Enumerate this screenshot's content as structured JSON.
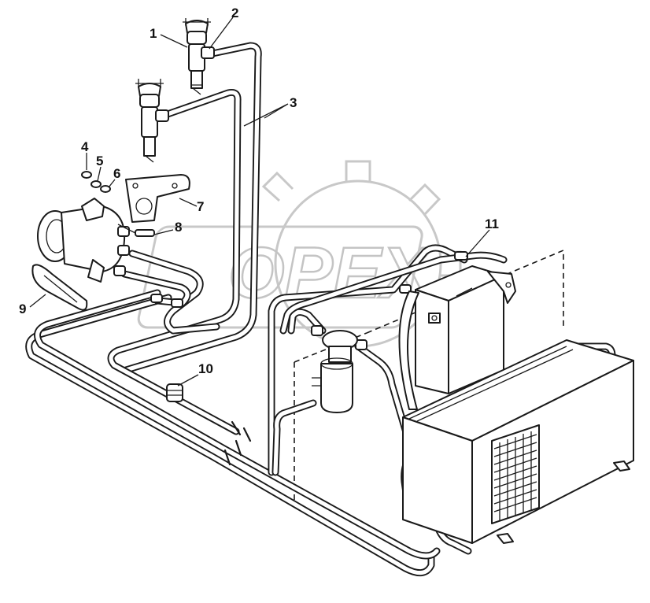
{
  "watermark": {
    "text": "OPEX",
    "color": "#c8c8c8"
  },
  "callouts": [
    {
      "id": "1",
      "label": "1"
    },
    {
      "id": "2",
      "label": "2"
    },
    {
      "id": "3",
      "label": "3"
    },
    {
      "id": "4",
      "label": "4"
    },
    {
      "id": "5",
      "label": "5"
    },
    {
      "id": "6",
      "label": "6"
    },
    {
      "id": "7",
      "label": "7"
    },
    {
      "id": "8",
      "label": "8"
    },
    {
      "id": "9",
      "label": "9"
    },
    {
      "id": "10",
      "label": "10"
    },
    {
      "id": "11",
      "label": "11"
    }
  ],
  "colors": {
    "line": "#1a1a1a",
    "background": "#ffffff"
  }
}
